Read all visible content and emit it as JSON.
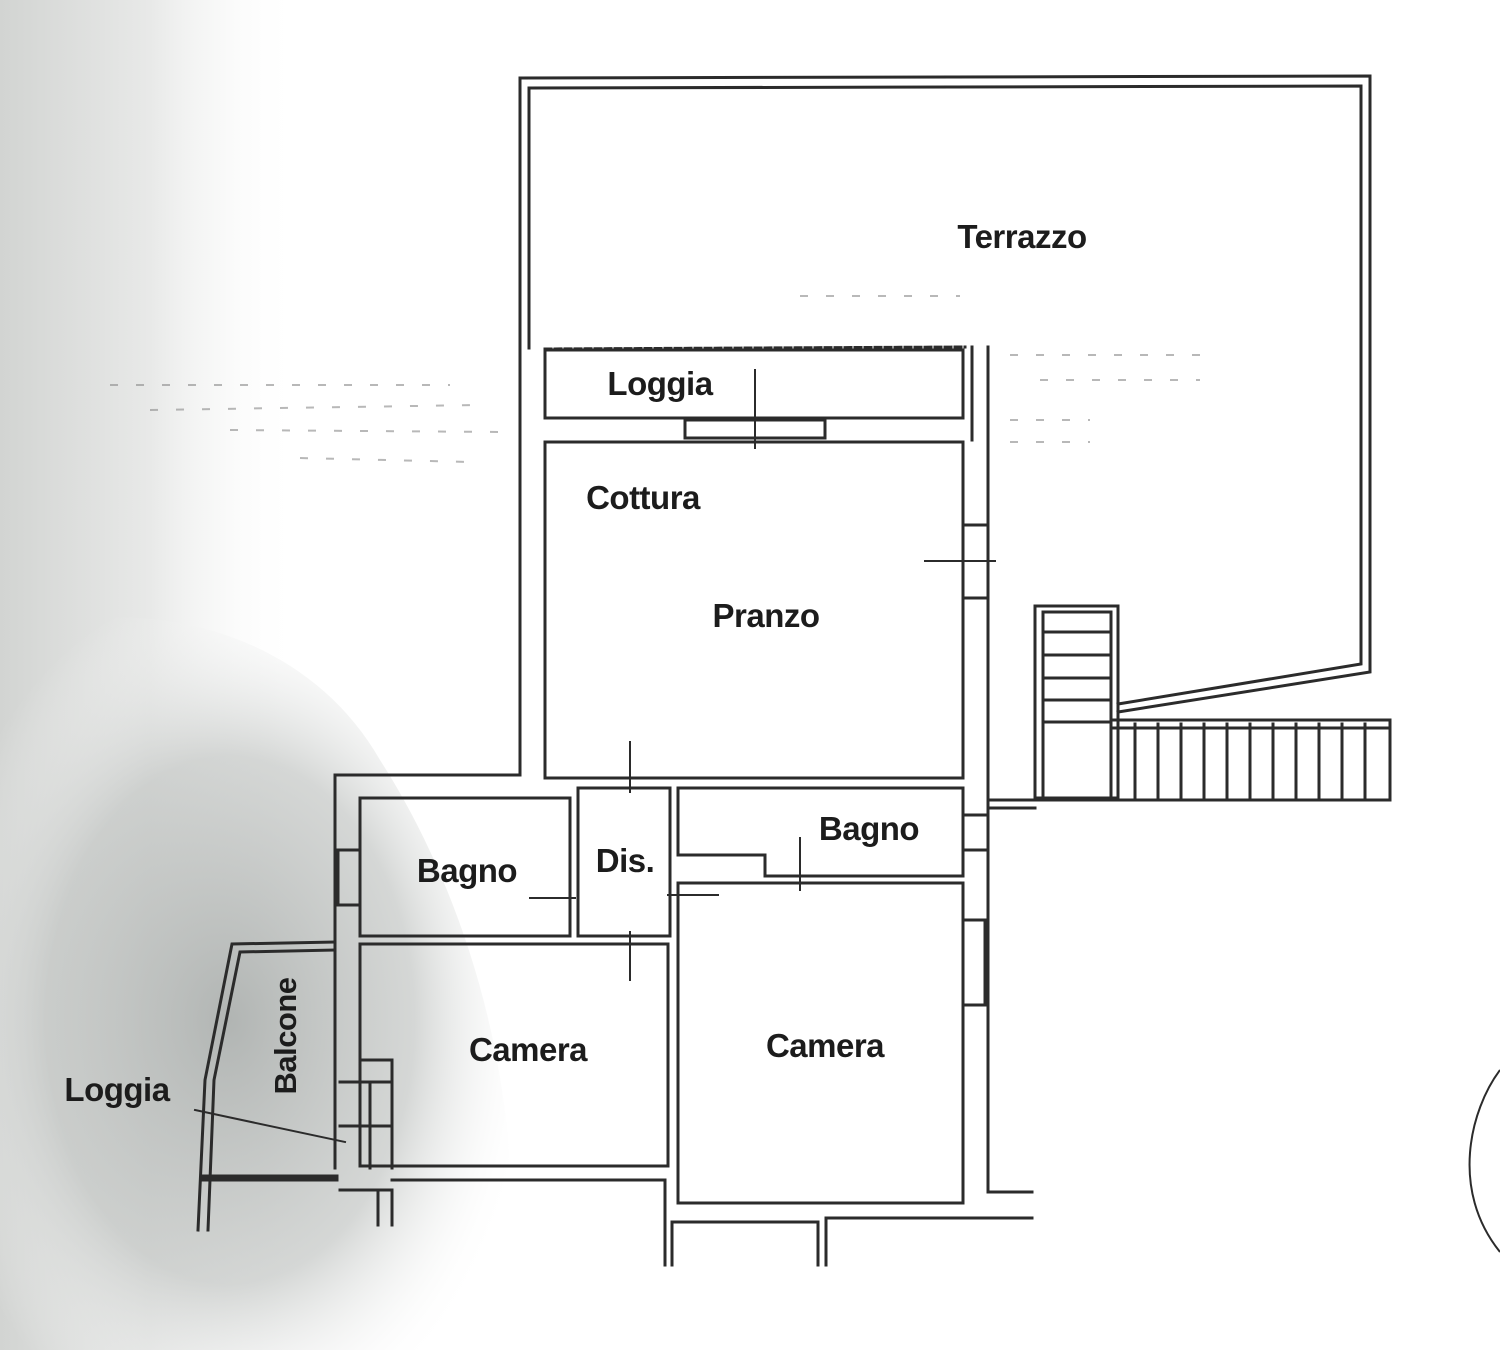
{
  "background_color": "#ffffff",
  "shadow_color": "#c9ccc9",
  "line_color": "#2b2b2b",
  "labels": {
    "terrazzo": "Terrazzo",
    "loggia_top": "Loggia",
    "cottura": "Cottura",
    "pranzo": "Pranzo",
    "bagno_left": "Bagno",
    "dis": "Dis.",
    "bagno_right": "Bagno",
    "camera_left": "Camera",
    "camera_right": "Camera",
    "balcone": "Balcone",
    "loggia_left": "Loggia"
  }
}
